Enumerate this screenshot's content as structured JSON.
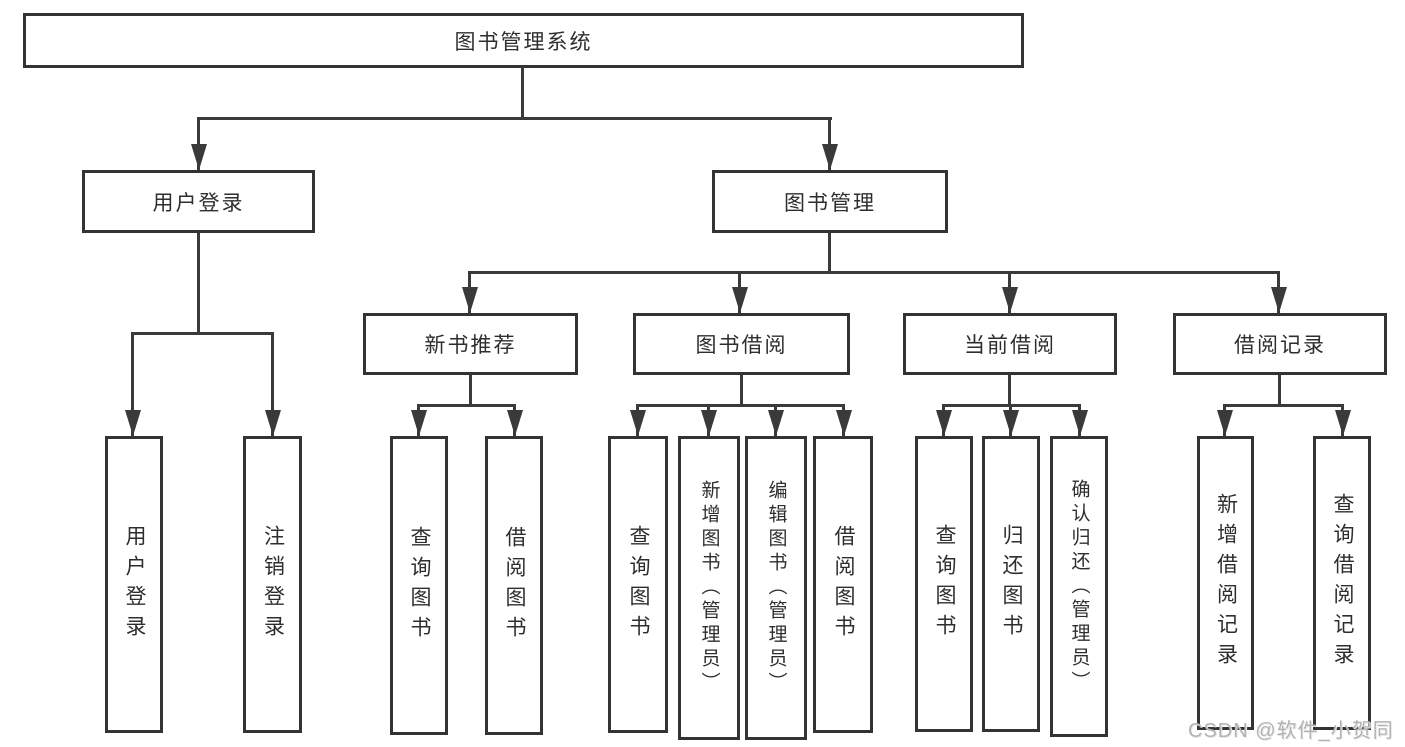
{
  "diagram": {
    "root": {
      "label": "图书管理系统"
    },
    "level2": [
      {
        "label": "用户登录"
      },
      {
        "label": "图书管理"
      }
    ],
    "level3": [
      {
        "label": "新书推荐"
      },
      {
        "label": "图书借阅"
      },
      {
        "label": "当前借阅"
      },
      {
        "label": "借阅记录"
      }
    ],
    "leaves": {
      "login": [
        {
          "label": "用户登录"
        },
        {
          "label": "注销登录"
        }
      ],
      "recommend": [
        {
          "label": "查询图书"
        },
        {
          "label": "借阅图书"
        }
      ],
      "borrow": [
        {
          "label": "查询图书"
        },
        {
          "label": "新增图书（管理员）"
        },
        {
          "label": "编辑图书（管理员）"
        },
        {
          "label": "借阅图书"
        }
      ],
      "current": [
        {
          "label": "查询图书"
        },
        {
          "label": "归还图书"
        },
        {
          "label": "确认归还（管理员）"
        }
      ],
      "records": [
        {
          "label": "新增借阅记录"
        },
        {
          "label": "查询借阅记录"
        }
      ]
    },
    "colors": {
      "line": "#3a3a3a",
      "box_border": "#333333",
      "text": "#2e2e2e",
      "watermark": "#b3b3b3",
      "background": "#ffffff"
    }
  },
  "watermark": {
    "text": "CSDN @软件_小贺同学"
  }
}
